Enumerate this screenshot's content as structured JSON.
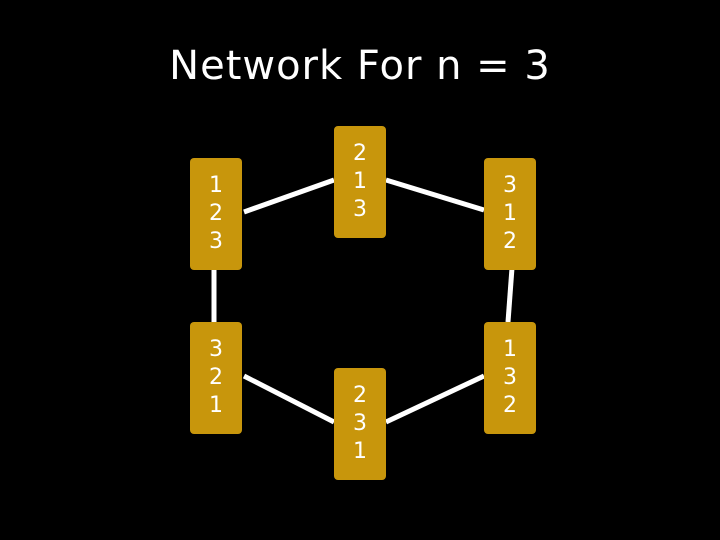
{
  "title": "Network For n = 3",
  "colors": {
    "background": "#000000",
    "node_fill": "#c8960c",
    "text": "#ffffff",
    "edge": "#ffffff"
  },
  "nodes": [
    {
      "id": "n123",
      "digits": [
        "1",
        "2",
        "3"
      ]
    },
    {
      "id": "n213",
      "digits": [
        "2",
        "1",
        "3"
      ]
    },
    {
      "id": "n312",
      "digits": [
        "3",
        "1",
        "2"
      ]
    },
    {
      "id": "n321",
      "digits": [
        "3",
        "2",
        "1"
      ]
    },
    {
      "id": "n231",
      "digits": [
        "2",
        "3",
        "1"
      ]
    },
    {
      "id": "n132",
      "digits": [
        "1",
        "3",
        "2"
      ]
    }
  ],
  "edges": [
    [
      "n123",
      "n213"
    ],
    [
      "n213",
      "n312"
    ],
    [
      "n312",
      "n132"
    ],
    [
      "n132",
      "n231"
    ],
    [
      "n231",
      "n321"
    ],
    [
      "n321",
      "n123"
    ]
  ]
}
